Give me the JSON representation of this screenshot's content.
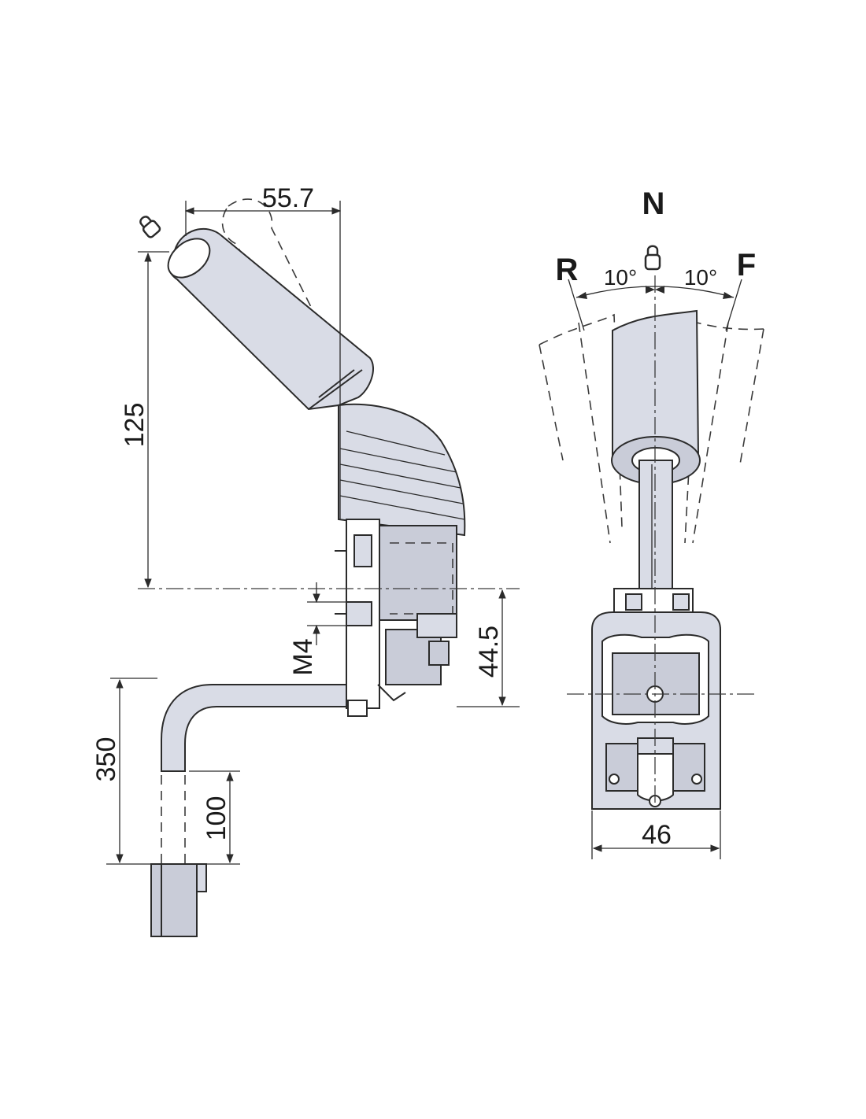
{
  "colors": {
    "line": "#2b2b2b",
    "body_fill": "#d9dce6",
    "background": "#ffffff"
  },
  "icons": {
    "lock": "lock-icon"
  },
  "side_view": {
    "dim_width": "55.7",
    "dim_height": "125",
    "dim_mount": "44.5",
    "thread": "M4",
    "cable_length": "350",
    "cable_end": "100"
  },
  "front_view": {
    "pos_neutral": "N",
    "pos_reverse": "R",
    "pos_forward": "F",
    "angle_left": "10°",
    "angle_right": "10°",
    "dim_width": "46"
  }
}
